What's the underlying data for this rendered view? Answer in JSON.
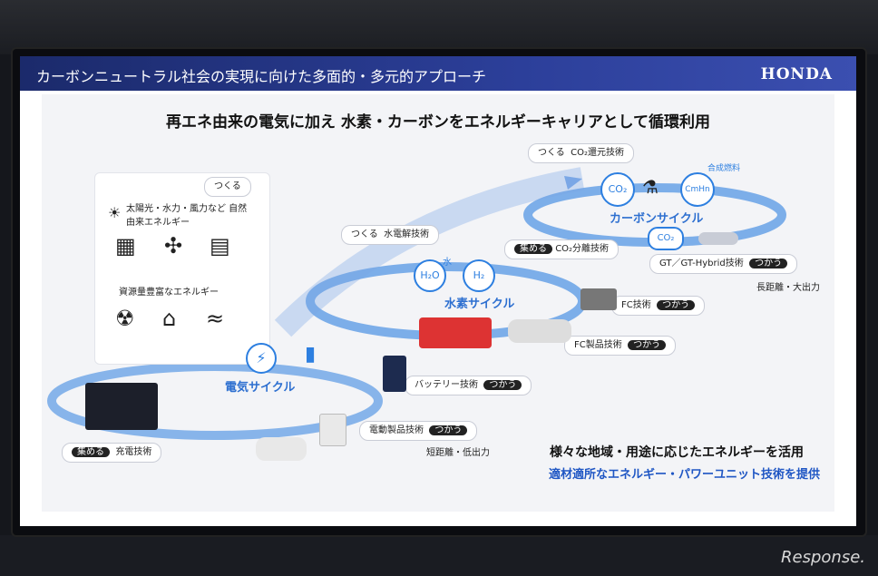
{
  "slide": {
    "header_title": "カーボンニュートラル社会の実現に向けた多面的・多元的アプローチ",
    "brand": "HONDA",
    "headline": "再エネ由来の電気に加え 水素・カーボンをエネルギーキャリアとして循環利用",
    "source_panel": {
      "tag": "つくる",
      "renewable_label": "太陽光・水力・風力など 自然由来エネルギー",
      "resource_label": "資源量豊富なエネルギー"
    },
    "cycles": {
      "electric": "電気サイクル",
      "hydrogen": "水素サイクル",
      "carbon": "カーボンサイクル"
    },
    "pills": {
      "co2_reduction": {
        "tag": "つくる",
        "text": "CO₂還元技術"
      },
      "electrolysis": {
        "tag": "つくる",
        "text": "水電解技術"
      },
      "co2_separation": {
        "tag": "集める",
        "text": "CO₂分離技術"
      },
      "gt_hybrid": {
        "text": "GT／GT-Hybrid技術",
        "tag": "つかう"
      },
      "fc_tech": {
        "text": "FC技術",
        "tag": "つかう"
      },
      "fc_product": {
        "text": "FC製品技術",
        "tag": "つかう"
      },
      "battery_tech": {
        "text": "バッテリー技術",
        "tag": "つかう"
      },
      "electric_product": {
        "text": "電動製品技術",
        "tag": "つかう"
      },
      "charging": {
        "tag": "集める",
        "text": "充電技術"
      }
    },
    "labels": {
      "synthetic_fuel": "合成燃料",
      "long_range": "長距離・大出力",
      "short_range": "短距離・低出力",
      "water": "水",
      "co2": "CO₂",
      "h2o": "H₂O",
      "h2": "H₂",
      "cmhn": "CmHn"
    },
    "bottom_line1": "様々な地域・用途に応じたエネルギーを活用",
    "bottom_line2": "適材適所なエネルギー・パワーユニット技術を提供"
  },
  "watermark": "Response.",
  "colors": {
    "header": "#2c3f9a",
    "cycle_blue": "#2d7fe0",
    "accent_text": "#1f56c4"
  }
}
